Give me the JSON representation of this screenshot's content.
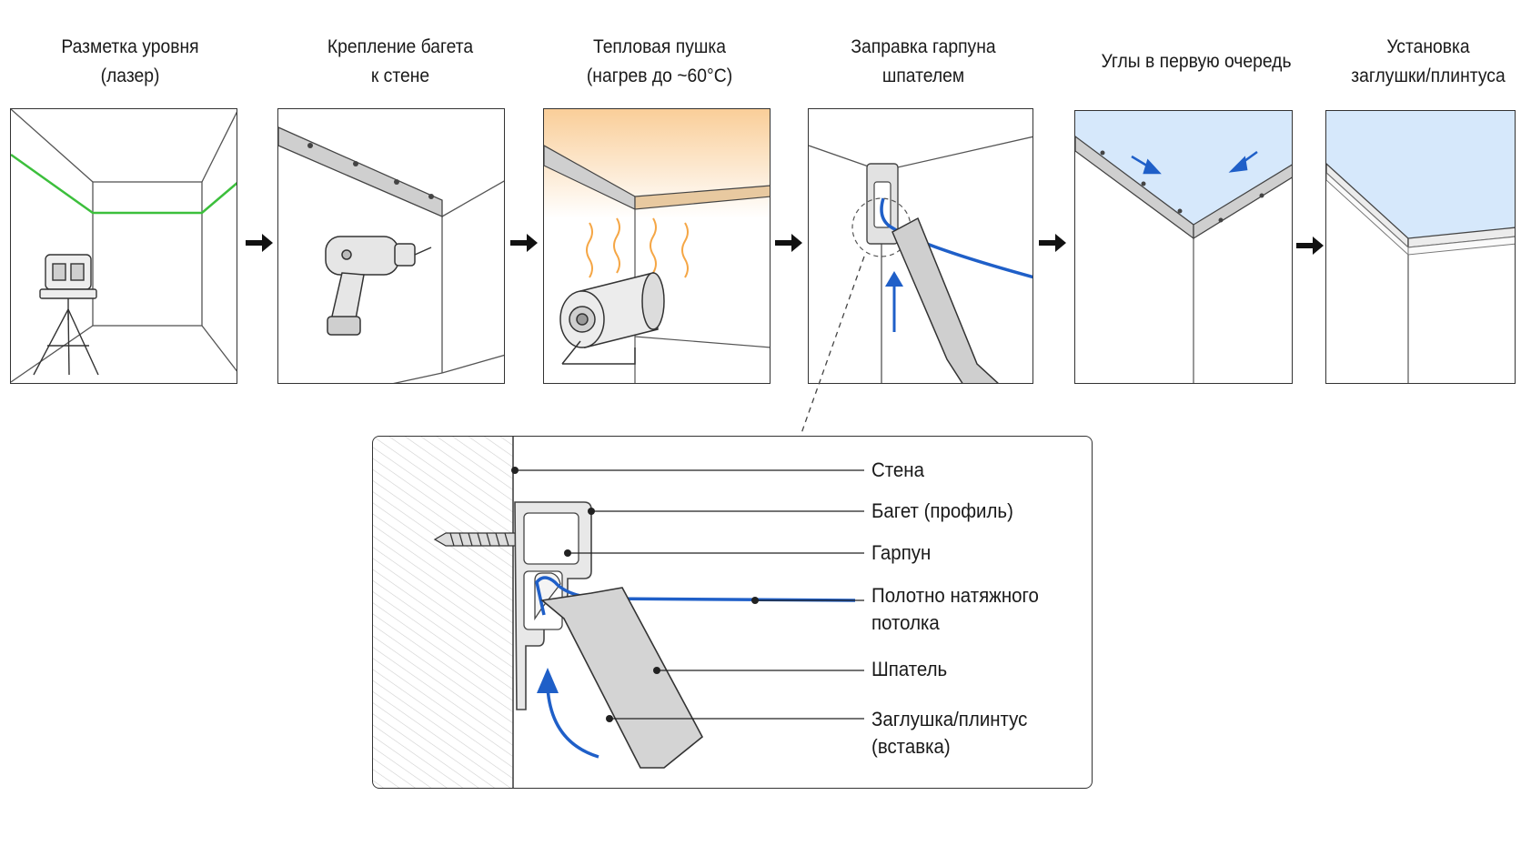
{
  "steps": [
    {
      "line1": "Разметка уровня",
      "line2": "(лазер)"
    },
    {
      "line1": "Крепление багета",
      "line2": "к стене"
    },
    {
      "line1": "Тепловая пушка",
      "line2": "(нагрев до ~60°C)"
    },
    {
      "line1": "Заправка гарпуна",
      "line2": "шпателем"
    },
    {
      "line1": "Углы в первую очередь",
      "line2": ""
    },
    {
      "line1": "Установка",
      "line2": "заглушки/плинтуса"
    }
  ],
  "detail": {
    "labels": {
      "wall": "Стена",
      "baguette": "Багет (профиль)",
      "harpoon": "Гарпун",
      "membrane_1": "Полотно натяжного",
      "membrane_2": "потолка",
      "spatula": "Шпатель",
      "plug_1": "Заглушка/плинтус",
      "plug_2": "(вставка)"
    }
  },
  "colors": {
    "laser": "#3cbf3c",
    "membrane": "#1f5fc8",
    "ceiling": "#d6e8fb",
    "heat": "#f5a645",
    "outline": "#333333"
  },
  "icons": [
    "arrow-right-icon",
    "laser-level-icon",
    "drill-icon",
    "heat-gun-icon",
    "spatula-icon",
    "screw-icon"
  ]
}
